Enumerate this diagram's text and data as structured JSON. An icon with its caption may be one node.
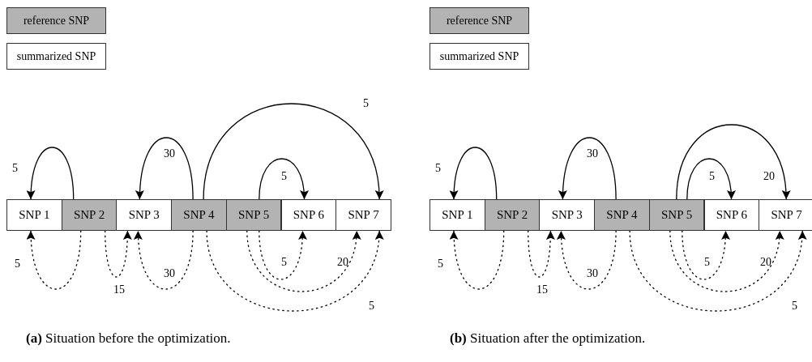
{
  "diagram": {
    "nodes": [
      {
        "text": [
          "SNP 1"
        ]
      },
      {
        "text": [
          "SNP 2"
        ]
      },
      {
        "text": [
          "SNP 3"
        ]
      },
      {
        "text": [
          "SNP 4"
        ]
      },
      {
        "text": [
          "SNP 5"
        ]
      },
      {
        "text": [
          "SNP 6"
        ]
      },
      {
        "text": [
          "SNP 7"
        ]
      },
      {
        "text": [
          "SNP 1"
        ]
      },
      {
        "text": [
          "SNP 2"
        ]
      },
      {
        "text": [
          "SNP 3"
        ]
      },
      {
        "text": [
          "SNP 4"
        ]
      },
      {
        "text": [
          "SNP 5"
        ]
      },
      {
        "text": [
          "SNP 6"
        ]
      },
      {
        "text": [
          "SNP 7"
        ]
      }
    ],
    "edges": [
      {
        "from": 1,
        "to": 0,
        "arrow": "to",
        "label": "5"
      },
      {
        "from": 3,
        "to": 2,
        "arrow": "to",
        "label": "30"
      },
      {
        "from": 3,
        "to": 6,
        "arrow": "to",
        "label": "5"
      },
      {
        "from": 4,
        "to": 5,
        "arrow": "to",
        "label": "5"
      },
      {
        "from": 1,
        "to": 0,
        "arrow": "to",
        "label": "5",
        "style": "dashed"
      },
      {
        "from": 1,
        "to": 2,
        "arrow": "to",
        "label": "15",
        "style": "dashed"
      },
      {
        "from": 3,
        "to": 2,
        "arrow": "to",
        "label": "30",
        "style": "dashed"
      },
      {
        "from": 4,
        "to": 5,
        "arrow": "to",
        "label": "5",
        "style": "dashed"
      },
      {
        "from": 4,
        "to": 6,
        "arrow": "to",
        "label": "20",
        "style": "dashed"
      },
      {
        "from": 3,
        "to": 6,
        "arrow": "to",
        "label": "5",
        "style": "dashed"
      },
      {
        "from": 8,
        "to": 7,
        "arrow": "to",
        "label": "5"
      },
      {
        "from": 10,
        "to": 9,
        "arrow": "to",
        "label": "30"
      },
      {
        "from": 11,
        "to": 13,
        "arrow": "to",
        "label": "20"
      },
      {
        "from": 11,
        "to": 12,
        "arrow": "to",
        "label": "5"
      },
      {
        "from": 8,
        "to": 7,
        "arrow": "to",
        "label": "5",
        "style": "dashed"
      },
      {
        "from": 8,
        "to": 9,
        "arrow": "to",
        "label": "15",
        "style": "dashed"
      },
      {
        "from": 10,
        "to": 9,
        "arrow": "to",
        "label": "30",
        "style": "dashed"
      },
      {
        "from": 11,
        "to": 12,
        "arrow": "to",
        "label": "5",
        "style": "dashed"
      },
      {
        "from": 11,
        "to": 13,
        "arrow": "to",
        "label": "20",
        "style": "dashed"
      },
      {
        "from": 10,
        "to": 13,
        "arrow": "to",
        "label": "5",
        "style": "dashed"
      }
    ],
    "labels": [
      "**(a)** Situation before the optimization.",
      "**(b)** Situation after the optimization."
    ],
    "legend": [
      {
        "text": "reference SNP",
        "color": "#b3b3b3"
      },
      {
        "text": "summarized SNP",
        "color": "#ffffff"
      },
      {
        "text": "reference SNP",
        "color": "#b3b3b3"
      },
      {
        "text": "summarized SNP",
        "color": "#ffffff"
      }
    ]
  }
}
